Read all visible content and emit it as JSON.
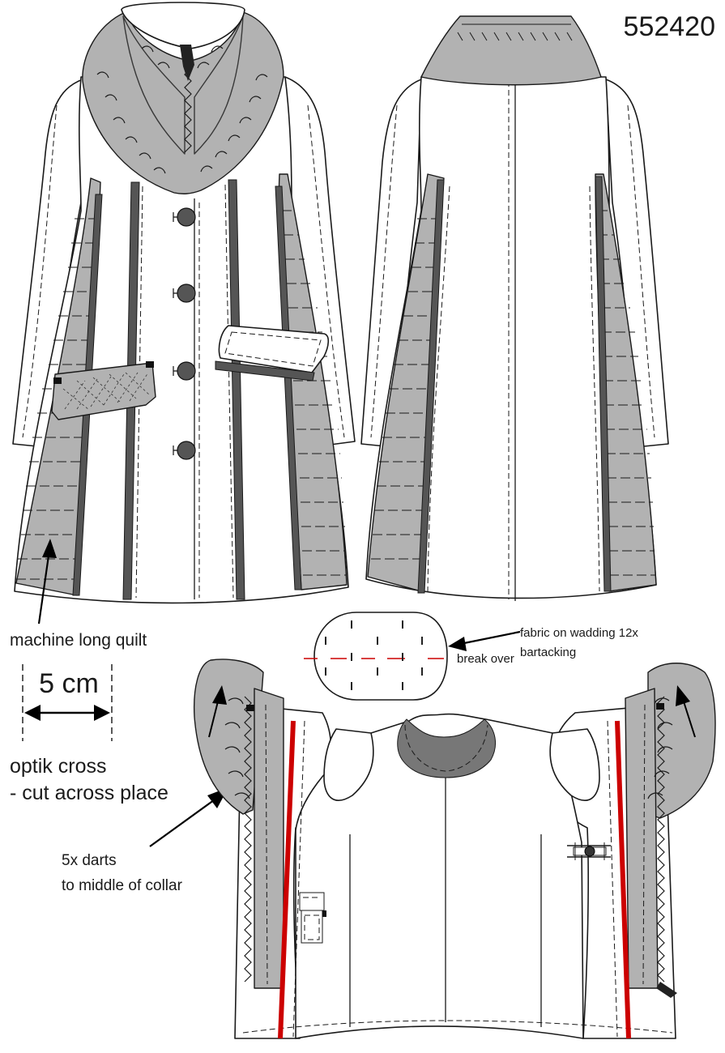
{
  "style_number": "552420",
  "annotations": {
    "quilt": "machine long quilt",
    "measure": "5 cm",
    "optik_line1": "optik cross",
    "optik_line2": "- cut across place",
    "darts_line1": "5x darts",
    "darts_line2": "to middle of collar",
    "fabric_line1": "fabric on wadding 12x",
    "fabric_line2": "bartacking",
    "break_over": "break over"
  },
  "colors": {
    "panel_grey": "#b2b2b2",
    "dark_piping": "#555555",
    "red_piping": "#cc0000",
    "line": "#1a1a1a"
  }
}
